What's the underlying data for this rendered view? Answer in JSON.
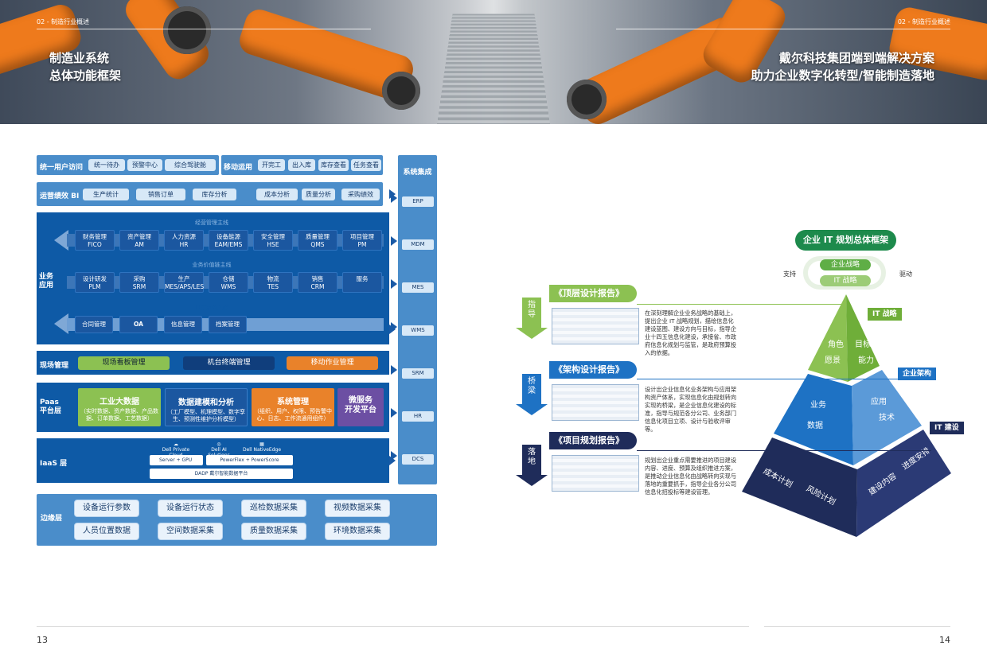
{
  "header": {
    "left_tag": "02 - 制造行业概述",
    "right_tag": "02 - 制造行业概述",
    "left_title_1": "制造业系统",
    "left_title_2": "总体功能框架",
    "right_title_1": "戴尔科技集团端到端解决方案",
    "right_title_2": "助力企业数字化转型/智能制造落地"
  },
  "framework": {
    "access_label": "统一用户访问",
    "access_items": [
      "统一待办",
      "预警中心",
      "综合驾驶舱"
    ],
    "mobile_label": "移动运用",
    "mobile_items": [
      "开完工",
      "出入库",
      "库存查看",
      "任务查看"
    ],
    "bi_label": "运营绩效 BI",
    "bi_items": [
      "生产统计",
      "销售订单",
      "库存分析",
      "成本分析",
      "质量分析",
      "采购绩效"
    ],
    "business_label": "业务\n应用",
    "lane1_title": "经营管理主线",
    "lane1": [
      [
        "财务管理",
        "FICO"
      ],
      [
        "资产管理",
        "AM"
      ],
      [
        "人力资源",
        "HR"
      ],
      [
        "设备能源",
        "EAM/EMS"
      ],
      [
        "安全管理",
        "HSE"
      ],
      [
        "质量管理",
        "QMS"
      ],
      [
        "项目管理",
        "PM"
      ]
    ],
    "lane2_title": "业务价值链主线",
    "lane2": [
      [
        "设计研发",
        "PLM"
      ],
      [
        "采购",
        "SRM"
      ],
      [
        "生产",
        "MES/APS/LES"
      ],
      [
        "仓储",
        "WMS"
      ],
      [
        "物流",
        "TES"
      ],
      [
        "销售",
        "CRM"
      ],
      [
        "服务",
        ""
      ]
    ],
    "lane3_title": "日常办公主线",
    "lane3": [
      "合同管理",
      "OA",
      "信息管理",
      "档案管理"
    ],
    "field_label": "现场管理",
    "field_items": [
      "现场看板管理",
      "机台终端管理",
      "移动作业管理"
    ],
    "paas_label": "Paas\n平台层",
    "paas": [
      {
        "title": "工业大数据",
        "sub": "（实时数据、资产数据、产品数据、订单数据、工艺数据）",
        "color": "#8cc152"
      },
      {
        "title": "数据建模和分析",
        "sub": "（工厂模型、机理模型、数字孪生、预测性维护分析模型）",
        "color": "#1b57a0"
      },
      {
        "title": "系统管理",
        "sub": "（组织、用户、权限、预告警中心、日志、工作流通用组件）",
        "color": "#e9822a"
      },
      {
        "title": "微服务\n开发平台",
        "sub": "",
        "color": "#6c4fa3"
      }
    ],
    "iaas_label": "IaaS 层",
    "iaas_icons": [
      "Dell Private Cloud",
      "Dell AI Solutions",
      "Dell NativeEdge"
    ],
    "iaas_server": "Server + GPU",
    "iaas_storage": "PowerFlex + PowerScore",
    "iaas_platform": "DADP 戴尔智能数据平台",
    "sys_label": "系统集成",
    "sys_items": [
      "ERP",
      "MDM",
      "MES",
      "WMS",
      "SRM",
      "HR",
      "DCS"
    ],
    "edge_label": "边缘层",
    "edge_items": [
      "设备运行参数",
      "设备运行状态",
      "巡检数据采集",
      "视频数据采集",
      "人员位置数据",
      "空间数据采集",
      "质量数据采集",
      "环境数据采集"
    ]
  },
  "right": {
    "pyramid_title": "企业 IT 规划总体框架",
    "support": "支持",
    "drive": "驱动",
    "strategy": "企业战略",
    "it_strategy": "IT 战略",
    "flag_it_strategy": "IT 战略",
    "flag_arch": "企业架构",
    "flag_build": "IT 建设",
    "top_words": [
      "角色",
      "目标",
      "愿景",
      "能力"
    ],
    "mid_words": [
      "业务",
      "应用",
      "数据",
      "技术"
    ],
    "bot_words": [
      "成本计划",
      "风险计划",
      "建设内容",
      "进度安排"
    ],
    "reports": [
      {
        "title": "《顶层设计报告》",
        "arrow": "指导",
        "text": "在深刻理解企业业务战略的基础上，提出企业 IT 战略规划，描绘信息化建设蓝图、建设方向与目标，指导企业十四五信息化建设，承接省、市政府信息化规划与监管，是政府预算投入的依据。"
      },
      {
        "title": "《架构设计报告》",
        "arrow": "桥梁",
        "text": "设计出企业信息化业务架构与应用架构资产体系，实现信息化由规划转向实现的桥梁，是企业信息化建设的标准，指导与规范各分公司、业务部门信息化项目立项、设计与验收评审等。"
      },
      {
        "title": "《项目规划报告》",
        "arrow": "落地",
        "text": "规划出企业重点需要推进的项目建设内容、进度、预算及组织推进方案，是推动企业信息化由战略转向实现与落地的重要抓手，指导企业各分公司信息化招投标等建设管理。"
      }
    ]
  },
  "footer": {
    "left_page": "13",
    "right_page": "14"
  }
}
